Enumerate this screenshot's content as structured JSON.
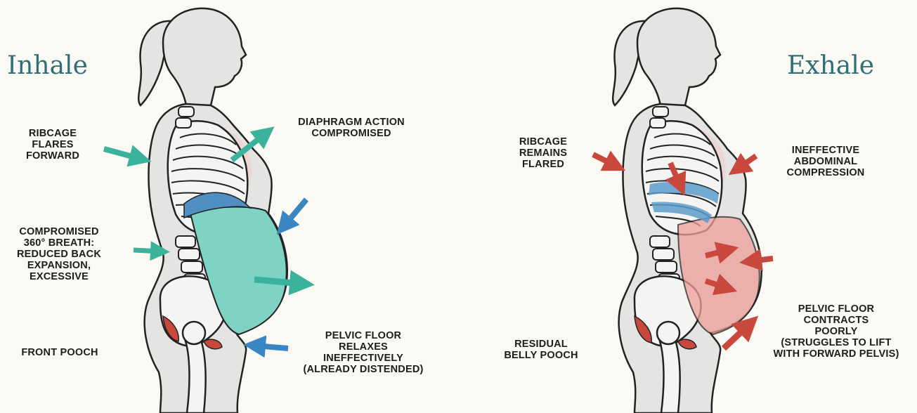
{
  "panels": {
    "inhale": {
      "title": "Inhale",
      "labels": {
        "ribcage": "RIBCAGE\nFLARES\nFORWARD",
        "diaphragm": "DIAPHRAGM ACTION\nCOMPROMISED",
        "breath": "COMPROMISED\n360° BREATH:\nREDUCED BACK\nEXPANSION,\nEXCESSIVE",
        "pouch": "FRONT POOCH",
        "pelvic": "PELVIC FLOOR\nRELAXES\nINEFFECTIVELY\n(ALREADY DISTENDED)"
      }
    },
    "exhale": {
      "title": "Exhale",
      "labels": {
        "ribcage": "RIBCAGE\nREMAINS\nFLARED",
        "abdominal": "INEFFECTIVE\nABDOMINAL\nCOMPRESSION",
        "residual": "RESIDUAL\nBELLY POOCH",
        "pelvic": "PELVIC FLOOR\nCONTRACTS\nPOORLY\n(STRUGGLES TO LIFT\nWITH FORWARD PELVIS)"
      }
    }
  },
  "colors": {
    "teal": "#3bb39c",
    "blue": "#3a86c2",
    "red": "#c9483e",
    "body": "#e4e4e2",
    "title": "#2f6f78"
  }
}
